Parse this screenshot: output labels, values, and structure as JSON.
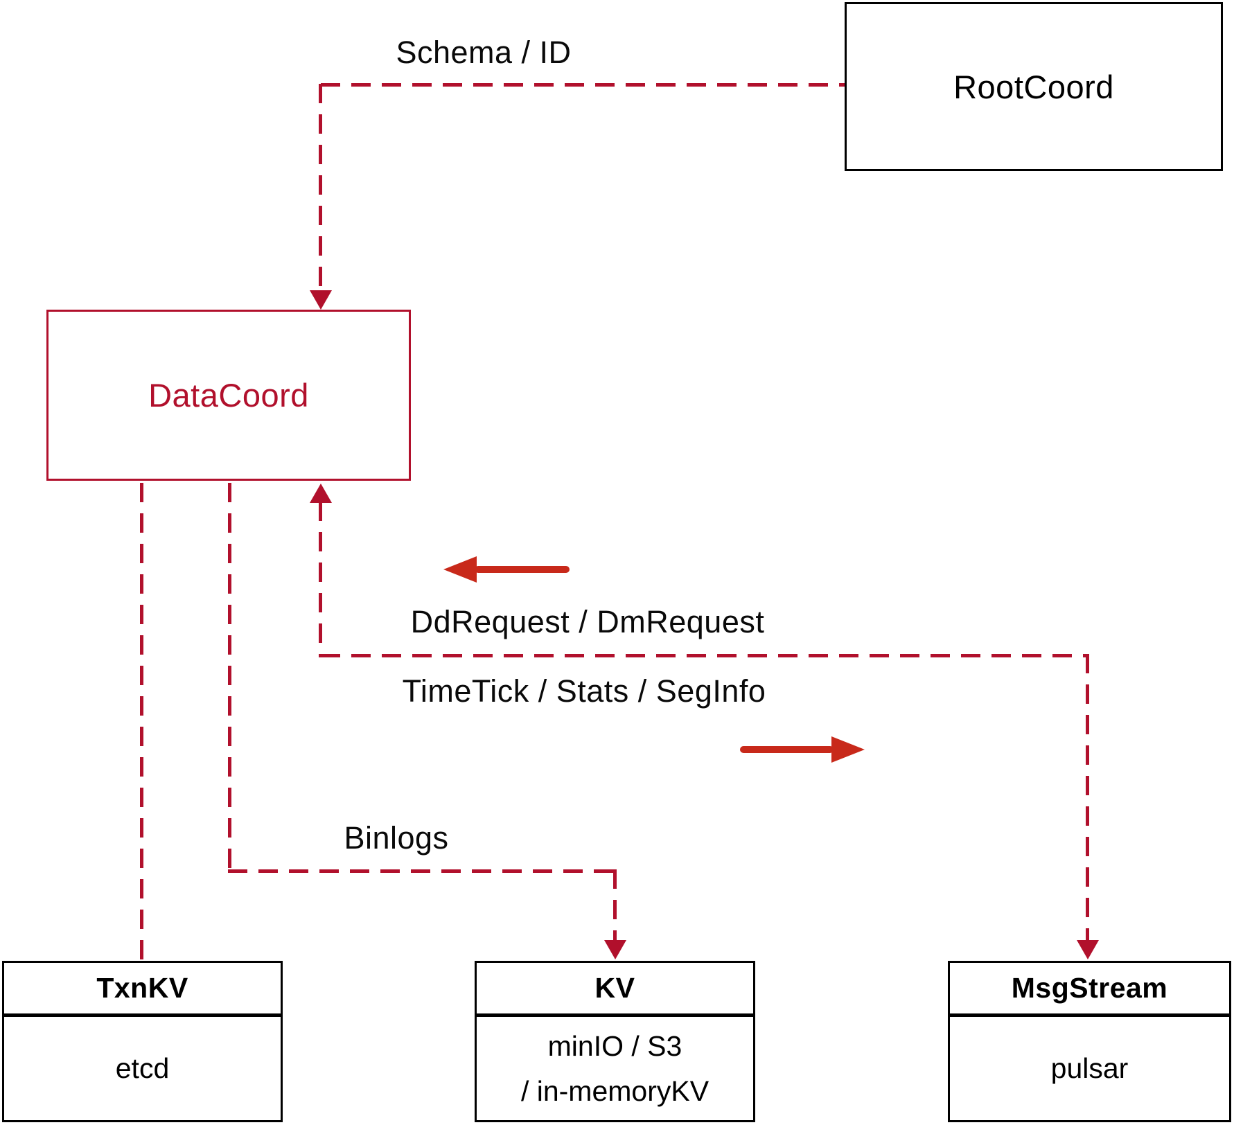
{
  "nodes": {
    "rootcoord": {
      "label": "RootCoord"
    },
    "datacoord": {
      "label": "DataCoord"
    },
    "txnkv": {
      "title": "TxnKV",
      "body": "etcd"
    },
    "kv": {
      "title": "KV",
      "body_line1": "minIO / S3",
      "body_line2": "/ in-memoryKV"
    },
    "msgstream": {
      "title": "MsgStream",
      "body": "pulsar"
    }
  },
  "edges": {
    "schema_id": {
      "label": "Schema / ID"
    },
    "dd_dm_request": {
      "label": "DdRequest / DmRequest"
    },
    "timetick": {
      "label": "TimeTick / Stats / SegInfo"
    },
    "binlogs": {
      "label": "Binlogs"
    }
  },
  "colors": {
    "crimson": "#B1102C",
    "arrow_red": "#C8291A",
    "box_black": "#000000",
    "label_black": "#0A0A0A"
  }
}
